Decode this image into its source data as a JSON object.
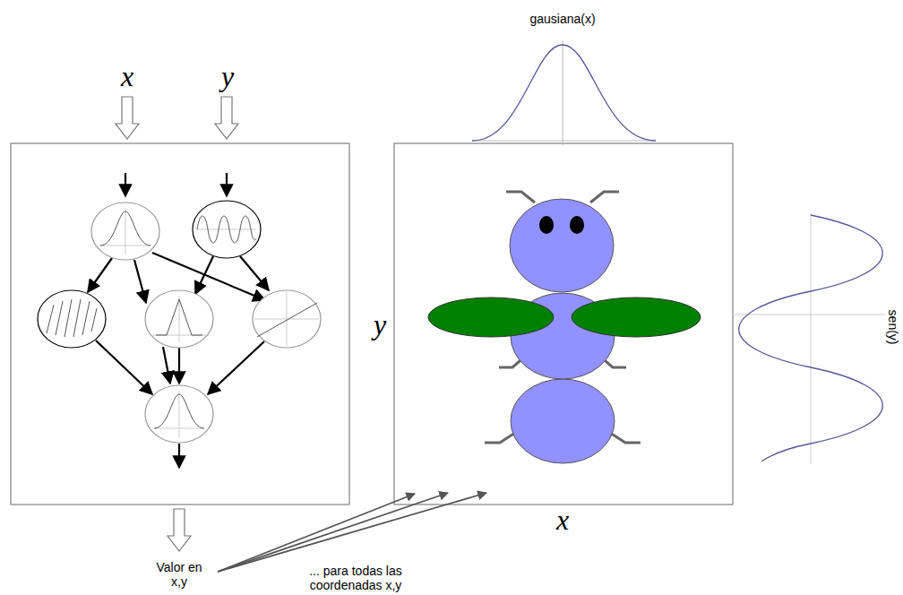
{
  "diagram": {
    "labels": [
      "x",
      "y",
      "gausiana(x)",
      "y",
      "x",
      "sen(y)",
      "Valor en x,y",
      "... para todas las coordenadas x,y"
    ]
  }
}
